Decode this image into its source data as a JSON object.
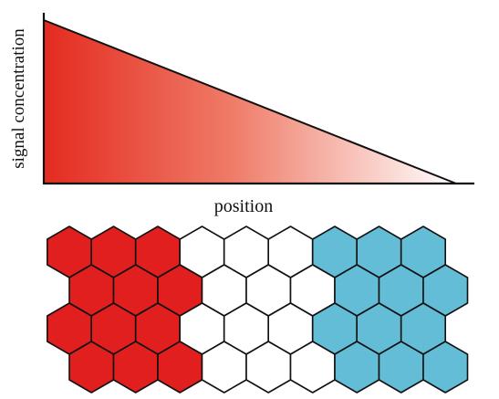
{
  "gradient_plot": {
    "y_axis_label": "signal concentration",
    "x_axis_label": "position",
    "gradient_color_high": "#e42b20",
    "gradient_color_low": "#ffffff"
  },
  "cell_field": {
    "rows": [
      [
        "red",
        "red",
        "red",
        "white",
        "white",
        "white",
        "blue",
        "blue",
        "blue"
      ],
      [
        "red",
        "red",
        "red",
        "white",
        "white",
        "white",
        "blue",
        "blue",
        "blue"
      ],
      [
        "red",
        "red",
        "red",
        "white",
        "white",
        "white",
        "blue",
        "blue",
        "blue"
      ],
      [
        "red",
        "red",
        "red",
        "white",
        "white",
        "white",
        "blue",
        "blue",
        "blue"
      ]
    ],
    "colors": {
      "red": "#e11f1f",
      "white": "#ffffff",
      "blue": "#63bdd6"
    },
    "outline_color": "#111111"
  }
}
